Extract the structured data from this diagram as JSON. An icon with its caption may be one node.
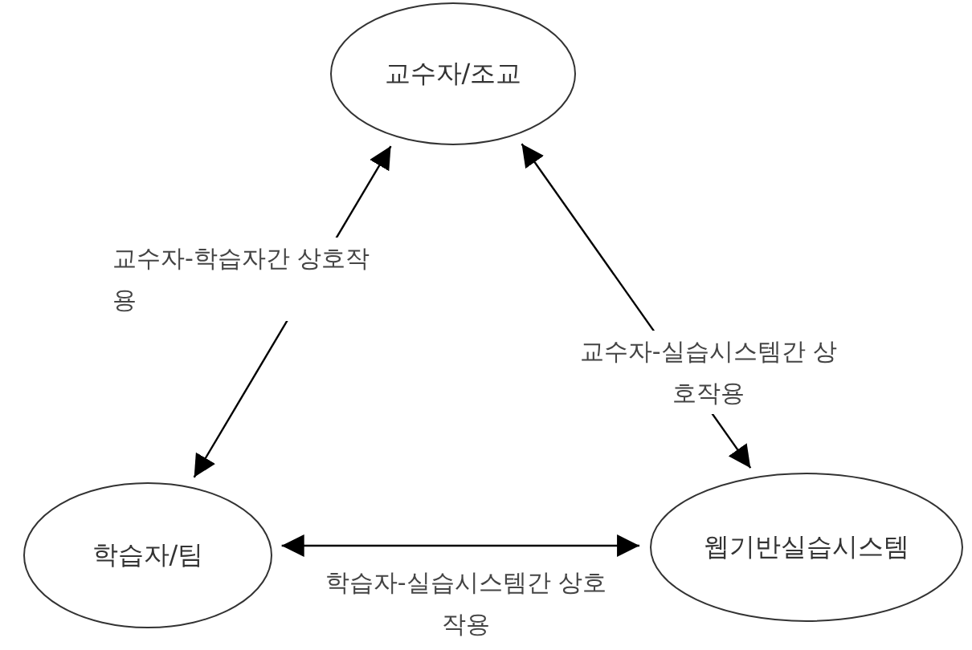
{
  "diagram": {
    "nodes": [
      {
        "text": [
          "교수자/조교"
        ]
      },
      {
        "text": [
          "학습자/팀"
        ]
      },
      {
        "text": [
          "웹기반실습시스템"
        ]
      }
    ],
    "edges": [
      {
        "from": 0,
        "to": 1,
        "arrow": "both",
        "label": "교수자-학습자간 상호작용"
      },
      {
        "from": 0,
        "to": 2,
        "arrow": "both",
        "label": "교수자-실습시스템간 상호작용"
      },
      {
        "from": 1,
        "to": 2,
        "arrow": "both",
        "label": "학습자-실습시스템간 상호작용"
      }
    ]
  }
}
